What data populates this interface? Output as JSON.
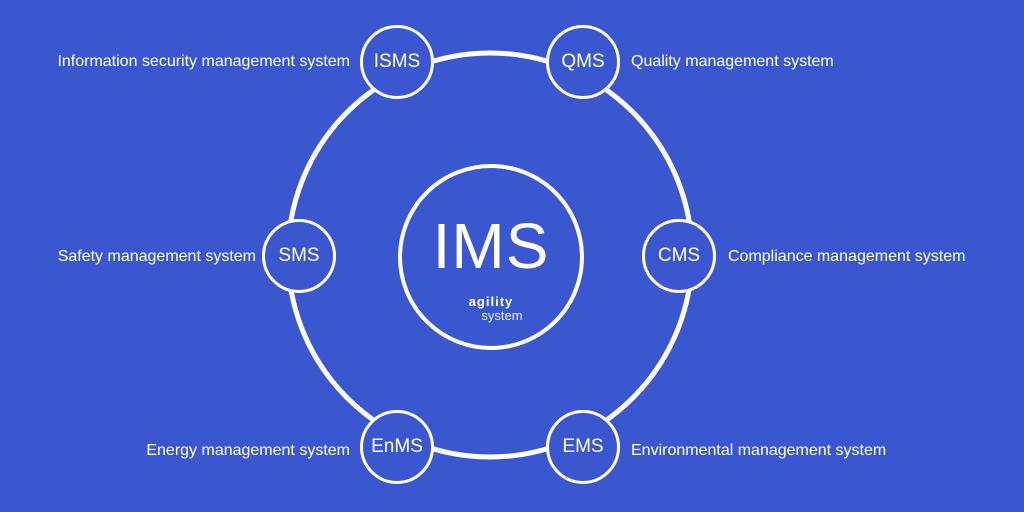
{
  "colors": {
    "background": "#3a57cf",
    "stroke": "#ffffff"
  },
  "center": {
    "title": "IMS",
    "logo_top": "agility",
    "logo_bottom": "system"
  },
  "nodes": [
    {
      "abbr": "ISMS",
      "description": "Information security management system"
    },
    {
      "abbr": "QMS",
      "description": "Quality management system"
    },
    {
      "abbr": "SMS",
      "description": "Safety management system"
    },
    {
      "abbr": "CMS",
      "description": "Compliance management system"
    },
    {
      "abbr": "EnMS",
      "description": "Energy management system"
    },
    {
      "abbr": "EMS",
      "description": "Environmental management system"
    }
  ]
}
